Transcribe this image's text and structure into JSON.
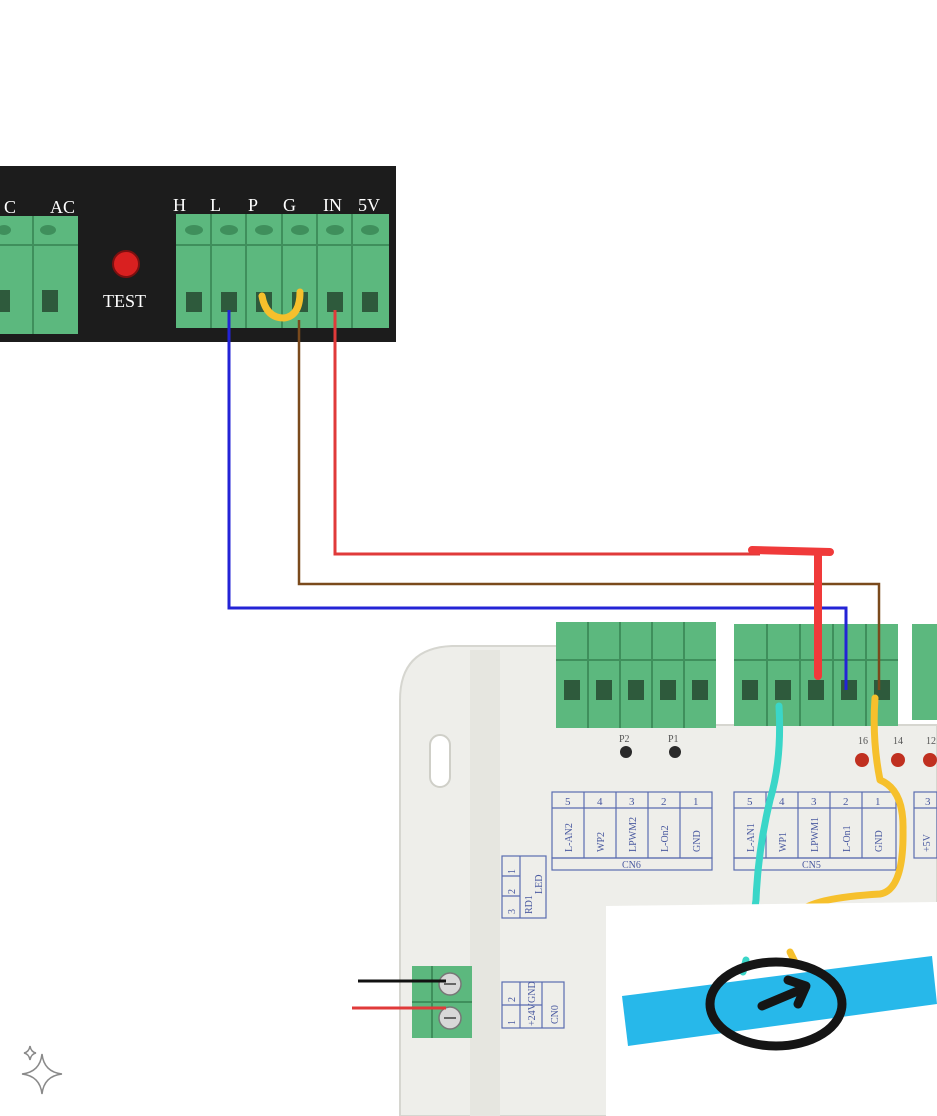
{
  "psu": {
    "partial_terminals": [
      "C",
      "AC"
    ],
    "test_label": "TEST",
    "terminals": [
      "H",
      "L",
      "P",
      "G",
      "IN",
      "5V"
    ]
  },
  "controller": {
    "connector_left": {
      "pins": [
        "5",
        "4",
        "3",
        "2",
        "1"
      ],
      "labels": [
        "L-AN2",
        "WP2",
        "LPWM2",
        "L-On2",
        "GND"
      ],
      "name": "CN6"
    },
    "connector_right": {
      "pins": [
        "5",
        "4",
        "3",
        "2",
        "1"
      ],
      "labels": [
        "L-AN1",
        "WP1",
        "LPWM1",
        "L-On1",
        "GND"
      ],
      "name": "CN5"
    },
    "partial_right_pin": "3",
    "partial_right_label": "+5V",
    "leds_left": [
      "P2",
      "P1"
    ],
    "leds_right": [
      "16",
      "14",
      "12"
    ],
    "side_connector_a": {
      "pins": [
        "3",
        "2",
        "1"
      ],
      "labels": [
        "RD1",
        "LED"
      ]
    },
    "side_connector_b": {
      "pins": [
        "2",
        "1"
      ],
      "labels": [
        "GND",
        "+24V"
      ],
      "name": "CN0"
    }
  },
  "colors": {
    "panel": "#1c1c1c",
    "terminal_green": "#5cb87e",
    "wire_blue": "#2323d6",
    "wire_brown": "#7a4a1c",
    "wire_red": "#e03a3a",
    "marker_red": "#f03a3a",
    "marker_yellow": "#f6c02c",
    "marker_teal": "#3ad6c8",
    "marker_cyan": "#27b8ea",
    "controller_body": "#eeeeea"
  },
  "icons": [
    "sparkle-icon",
    "arrow-icon"
  ]
}
